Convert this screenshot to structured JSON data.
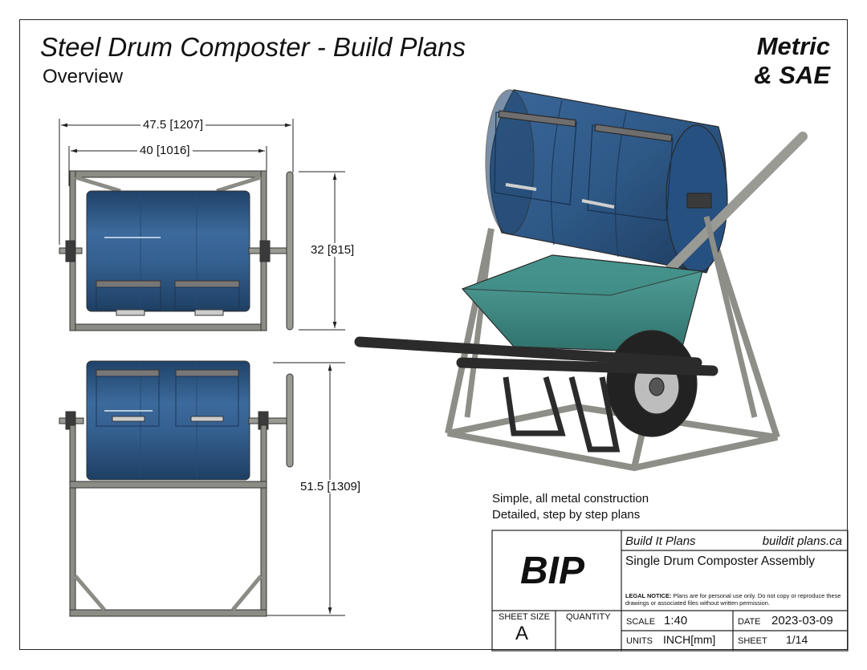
{
  "header": {
    "title": "Steel Drum Composter - Build Plans",
    "subtitle": "Overview",
    "units_badge_line1": "Metric",
    "units_badge_line2": "& SAE"
  },
  "dimensions": {
    "overall_length": "47.5 [1207]",
    "drum_length": "40 [1016]",
    "top_view_depth": "32 [815]",
    "overall_height": "51.5 [1309]"
  },
  "features": {
    "line1": "Simple, all metal construction",
    "line2": "Detailed, step by step plans"
  },
  "title_block": {
    "logo": "BIP",
    "company": "Build It Plans",
    "website": "buildit plans.ca",
    "assembly_name": "Single Drum Composter Assembly",
    "legal_label": "LEGAL NOTICE:",
    "legal_text": "Plans are for personal use only. Do not copy or reproduce these drawings or associated files without written permission.",
    "sheet_size_label": "SHEET SIZE",
    "sheet_size_value": "A",
    "quantity_label": "QUANTITY",
    "scale_label": "SCALE",
    "scale_value": "1:40",
    "date_label": "DATE",
    "date_value": "2023-03-09",
    "units_label": "UNITS",
    "units_value": "INCH[mm]",
    "sheet_label": "SHEET",
    "sheet_value": "1/14"
  },
  "colors": {
    "drum": "#2f5a88",
    "frame": "#8a8a84",
    "wheelbarrow_tub": "#3f8c86",
    "handles": "#2b2b2b",
    "line": "#222222"
  }
}
